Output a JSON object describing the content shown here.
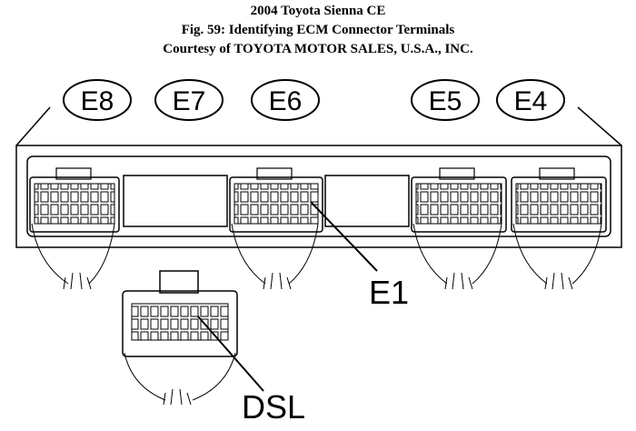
{
  "header": {
    "line1": "2004 Toyota Sienna CE",
    "line2": "Fig. 59: Identifying ECM Connector Terminals",
    "line3": "Courtesy of TOYOTA MOTOR SALES, U.S.A., INC."
  },
  "connectors": {
    "e8": "E8",
    "e7": "E7",
    "e6": "E6",
    "e5": "E5",
    "e4": "E4"
  },
  "terminals": {
    "e1": "E1",
    "dsl": "DSL"
  }
}
